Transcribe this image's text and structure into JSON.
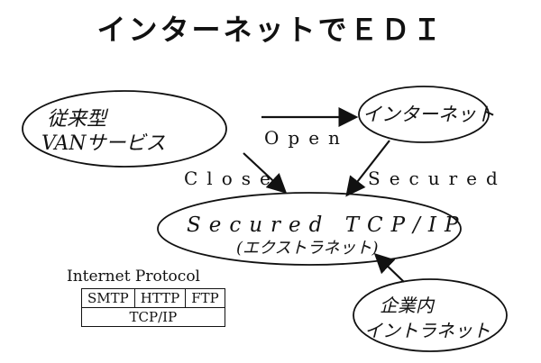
{
  "page": {
    "title": "インターネットでＥＤＩ"
  },
  "nodes": {
    "van": {
      "line1": "従来型",
      "line2": "VANサービス"
    },
    "internet": {
      "label": "インターネット"
    },
    "secured": {
      "line1": "Secured TCP/IP",
      "line2": "(エクストラネット)"
    },
    "intranet": {
      "line1": "企業内",
      "line2": "イントラネット"
    }
  },
  "edges": {
    "open": "Open",
    "close": "Close",
    "secured": "Secured"
  },
  "protocol": {
    "title": "Internet Protocol",
    "top_row": [
      "SMTP",
      "HTTP",
      "FTP"
    ],
    "bottom_row": "TCP/IP"
  },
  "colors": {
    "ink": "#111111",
    "background": "#ffffff"
  }
}
